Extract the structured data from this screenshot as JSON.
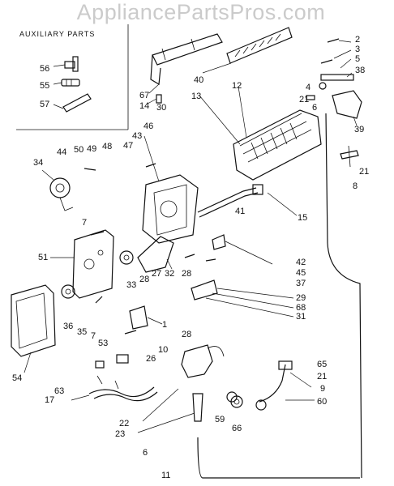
{
  "watermark": "AppliancePartsPros.com",
  "aux_title": "AUXILIARY PARTS",
  "callouts": [
    {
      "id": "56",
      "text": "56"
    },
    {
      "id": "55",
      "text": "55"
    },
    {
      "id": "57",
      "text": "57"
    },
    {
      "id": "2",
      "text": "2"
    },
    {
      "id": "3",
      "text": "3"
    },
    {
      "id": "5",
      "text": "5"
    },
    {
      "id": "38",
      "text": "38"
    },
    {
      "id": "40",
      "text": "40"
    },
    {
      "id": "12",
      "text": "12"
    },
    {
      "id": "13",
      "text": "13"
    },
    {
      "id": "4",
      "text": "4"
    },
    {
      "id": "21a",
      "text": "21"
    },
    {
      "id": "6a",
      "text": "6"
    },
    {
      "id": "39",
      "text": "39"
    },
    {
      "id": "67",
      "text": "67"
    },
    {
      "id": "14",
      "text": "14"
    },
    {
      "id": "30",
      "text": "30"
    },
    {
      "id": "46",
      "text": "46"
    },
    {
      "id": "43",
      "text": "43"
    },
    {
      "id": "47",
      "text": "47"
    },
    {
      "id": "44",
      "text": "44"
    },
    {
      "id": "50",
      "text": "50"
    },
    {
      "id": "49",
      "text": "49"
    },
    {
      "id": "48",
      "text": "48"
    },
    {
      "id": "34",
      "text": "34"
    },
    {
      "id": "21b",
      "text": "21"
    },
    {
      "id": "8",
      "text": "8"
    },
    {
      "id": "7a",
      "text": "7"
    },
    {
      "id": "41",
      "text": "41"
    },
    {
      "id": "15",
      "text": "15"
    },
    {
      "id": "51",
      "text": "51"
    },
    {
      "id": "42",
      "text": "42"
    },
    {
      "id": "45",
      "text": "45"
    },
    {
      "id": "33",
      "text": "33"
    },
    {
      "id": "28a",
      "text": "28"
    },
    {
      "id": "27",
      "text": "27"
    },
    {
      "id": "32",
      "text": "32"
    },
    {
      "id": "28b",
      "text": "28"
    },
    {
      "id": "37",
      "text": "37"
    },
    {
      "id": "29",
      "text": "29"
    },
    {
      "id": "68",
      "text": "68"
    },
    {
      "id": "31",
      "text": "31"
    },
    {
      "id": "36",
      "text": "36"
    },
    {
      "id": "35",
      "text": "35"
    },
    {
      "id": "7b",
      "text": "7"
    },
    {
      "id": "53",
      "text": "53"
    },
    {
      "id": "1",
      "text": "1"
    },
    {
      "id": "28c",
      "text": "28"
    },
    {
      "id": "10",
      "text": "10"
    },
    {
      "id": "26",
      "text": "26"
    },
    {
      "id": "54",
      "text": "54"
    },
    {
      "id": "63",
      "text": "63"
    },
    {
      "id": "17",
      "text": "17"
    },
    {
      "id": "65",
      "text": "65"
    },
    {
      "id": "21c",
      "text": "21"
    },
    {
      "id": "9",
      "text": "9"
    },
    {
      "id": "60",
      "text": "60"
    },
    {
      "id": "22",
      "text": "22"
    },
    {
      "id": "23",
      "text": "23"
    },
    {
      "id": "59",
      "text": "59"
    },
    {
      "id": "66",
      "text": "66"
    },
    {
      "id": "6b",
      "text": "6"
    },
    {
      "id": "11",
      "text": "11"
    }
  ]
}
